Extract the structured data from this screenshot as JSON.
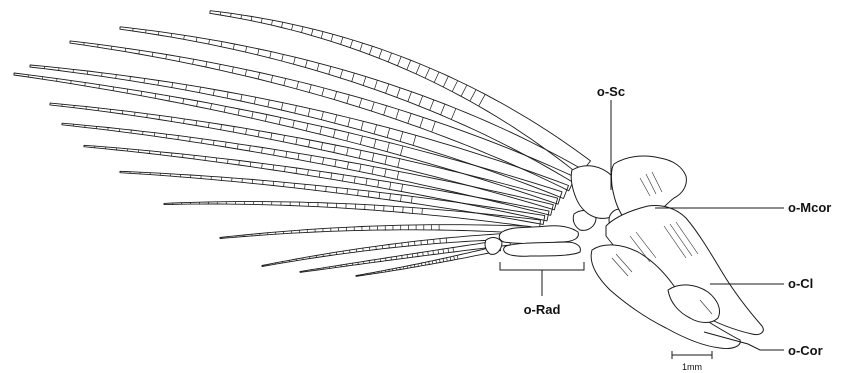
{
  "labels": {
    "scapula": "o-Sc",
    "mesocoracoid": "o-Mcor",
    "cleithrum": "o-Cl",
    "radials": "o-Rad",
    "coracoid": "o-Cor"
  },
  "scale_bar": {
    "text": "1mm"
  },
  "colors": {
    "line": "#1c1c1c",
    "background": "#ffffff"
  }
}
